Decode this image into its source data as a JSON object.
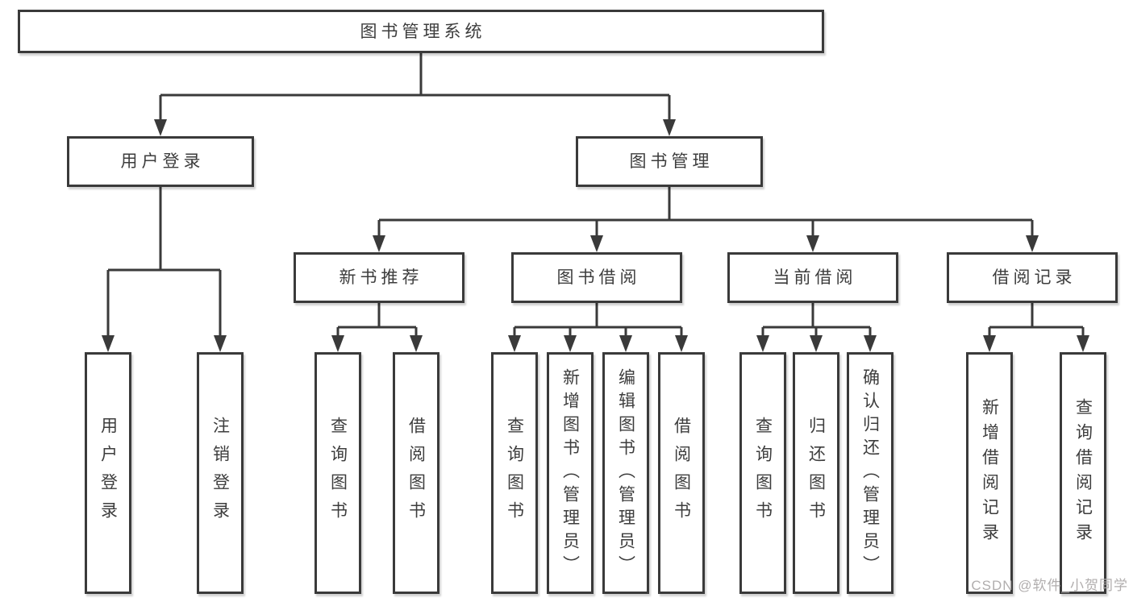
{
  "nodes": {
    "root": {
      "label": "图书管理系统"
    },
    "level1": [
      {
        "label": "用户登录"
      },
      {
        "label": "图书管理"
      }
    ],
    "level2": [
      {
        "label": "新书推荐"
      },
      {
        "label": "图书借阅"
      },
      {
        "label": "当前借阅"
      },
      {
        "label": "借阅记录"
      }
    ],
    "leaves": [
      {
        "label": "用户登录"
      },
      {
        "label": "注销登录"
      },
      {
        "label": "查询图书"
      },
      {
        "label": "借阅图书"
      },
      {
        "label": "查询图书"
      },
      {
        "label": "新增图书（管理员）"
      },
      {
        "label": "编辑图书（管理员）"
      },
      {
        "label": "借阅图书"
      },
      {
        "label": "查询图书"
      },
      {
        "label": "归还图书"
      },
      {
        "label": "确认归还（管理员）"
      },
      {
        "label": "新增借阅记录"
      },
      {
        "label": "查询借阅记录"
      }
    ]
  },
  "watermark": "CSDN @软件_小贺同学",
  "colors": {
    "line": "#3a3a3a",
    "text": "#3d3d3d",
    "watermark": "#b1aeae",
    "background": "#ffffff"
  }
}
